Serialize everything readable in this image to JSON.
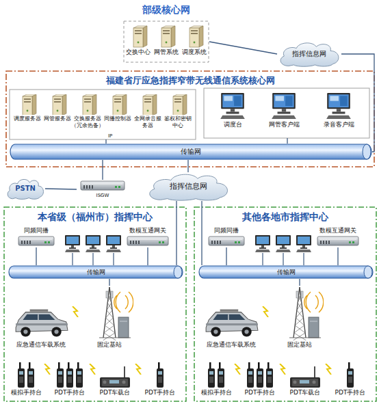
{
  "diagram": {
    "nodes": [
      {
        "text": [
          "部级核心网"
        ]
      },
      {
        "text": [
          "交换中心"
        ],
        "in": 0
      },
      {
        "text": [
          "网管系统"
        ],
        "in": 0
      },
      {
        "text": [
          "调度系统"
        ],
        "in": 0
      },
      {
        "text": [
          "指挥信息网"
        ]
      },
      {
        "text": [
          "福建省厅应急指挥窄带无线通信系统核心网"
        ]
      },
      {
        "text": [
          "调度服务器"
        ],
        "in": 5
      },
      {
        "text": [
          "网管服务器"
        ],
        "in": 5
      },
      {
        "text": [
          "交换服务器（冗余热备）"
        ],
        "in": 5
      },
      {
        "text": [
          "同播控制器"
        ],
        "in": 5
      },
      {
        "text": [
          "全网录音服务器"
        ],
        "in": 5
      },
      {
        "text": [
          "鉴权和密钥中心"
        ],
        "in": 5
      },
      {
        "text": [
          "调度台"
        ],
        "in": 5
      },
      {
        "text": [
          "网管客户端"
        ],
        "in": 5
      },
      {
        "text": [
          "录音客户端"
        ],
        "in": 5
      },
      {
        "text": [
          "传输网"
        ],
        "in": 5
      },
      {
        "text": [
          "PSTN"
        ]
      },
      {
        "text": [
          "ISGW"
        ]
      },
      {
        "text": [
          "指挥信息网"
        ]
      },
      {
        "text": [
          "本省级（福州市）指挥中心"
        ]
      },
      {
        "text": [
          "同频同播"
        ],
        "in": 19
      },
      {
        "text": [
          "数模互通网关"
        ],
        "in": 19
      },
      {
        "text": [
          "传输网"
        ],
        "in": 19
      },
      {
        "text": [
          "应急通信车载系统"
        ],
        "in": 19
      },
      {
        "text": [
          "固定基站"
        ],
        "in": 19
      },
      {
        "text": [
          "模拟手持台"
        ],
        "in": 19
      },
      {
        "text": [
          "PDT手持台"
        ],
        "in": 19
      },
      {
        "text": [
          "PDT车载台"
        ],
        "in": 19
      },
      {
        "text": [
          "PDT手持台"
        ],
        "in": 19
      },
      {
        "text": [
          "其他各地市指挥中心"
        ]
      },
      {
        "text": [
          "同频同播"
        ],
        "in": 29
      },
      {
        "text": [
          "数模互通网关"
        ],
        "in": 29
      },
      {
        "text": [
          "传输网"
        ],
        "in": 29
      },
      {
        "text": [
          "应急通信车载系统"
        ],
        "in": 29
      },
      {
        "text": [
          "固定基站"
        ],
        "in": 29
      },
      {
        "text": [
          "模拟手持台"
        ],
        "in": 29
      },
      {
        "text": [
          "PDT手持台"
        ],
        "in": 29
      },
      {
        "text": [
          "PDT车载台"
        ],
        "in": 29
      },
      {
        "text": [
          "PDT手持台"
        ],
        "in": 29
      }
    ],
    "edges": [
      {
        "from": 0,
        "to": 4,
        "arrow": "none"
      },
      {
        "from": 4,
        "to": 15,
        "arrow": "none"
      },
      {
        "from": 15,
        "to": 17,
        "arrow": "none"
      },
      {
        "from": 17,
        "to": 16,
        "arrow": "none"
      },
      {
        "from": 15,
        "to": 18,
        "arrow": "none"
      },
      {
        "from": 18,
        "to": 22,
        "arrow": "none"
      },
      {
        "from": 18,
        "to": 32,
        "arrow": "none"
      },
      {
        "from": 20,
        "to": 22,
        "arrow": "none"
      },
      {
        "from": 21,
        "to": 22,
        "arrow": "none"
      },
      {
        "from": 22,
        "to": 24,
        "arrow": "none"
      },
      {
        "from": 30,
        "to": 32,
        "arrow": "none"
      },
      {
        "from": 31,
        "to": 32,
        "arrow": "none"
      },
      {
        "from": 32,
        "to": 34,
        "arrow": "none"
      }
    ],
    "labels": [
      "IP"
    ]
  }
}
